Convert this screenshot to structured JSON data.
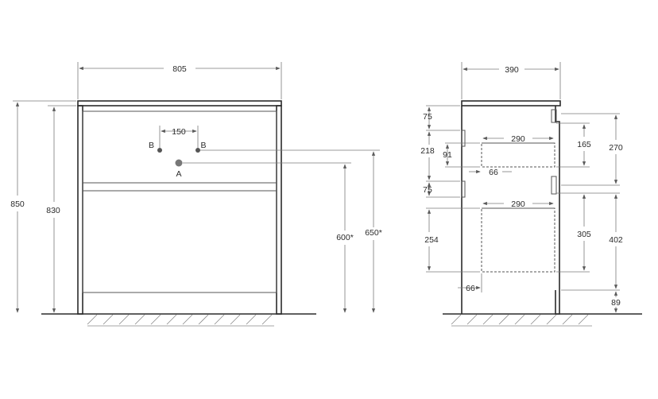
{
  "front_view": {
    "width": "805",
    "hole_spacing": "150",
    "hole_b_left": "B",
    "hole_b_right": "B",
    "hole_a": "A",
    "height_total": "850",
    "height_frame": "830",
    "height_outlet_a": "600*",
    "height_outlets_b": "650*"
  },
  "side_view": {
    "depth": "390",
    "left": [
      "75",
      "218",
      "91",
      "66",
      "75",
      "254",
      "66"
    ],
    "drawer_depth_top": "290",
    "drawer_depth_bottom": "290",
    "right": [
      "165",
      "270",
      "305",
      "402",
      "89"
    ]
  }
}
